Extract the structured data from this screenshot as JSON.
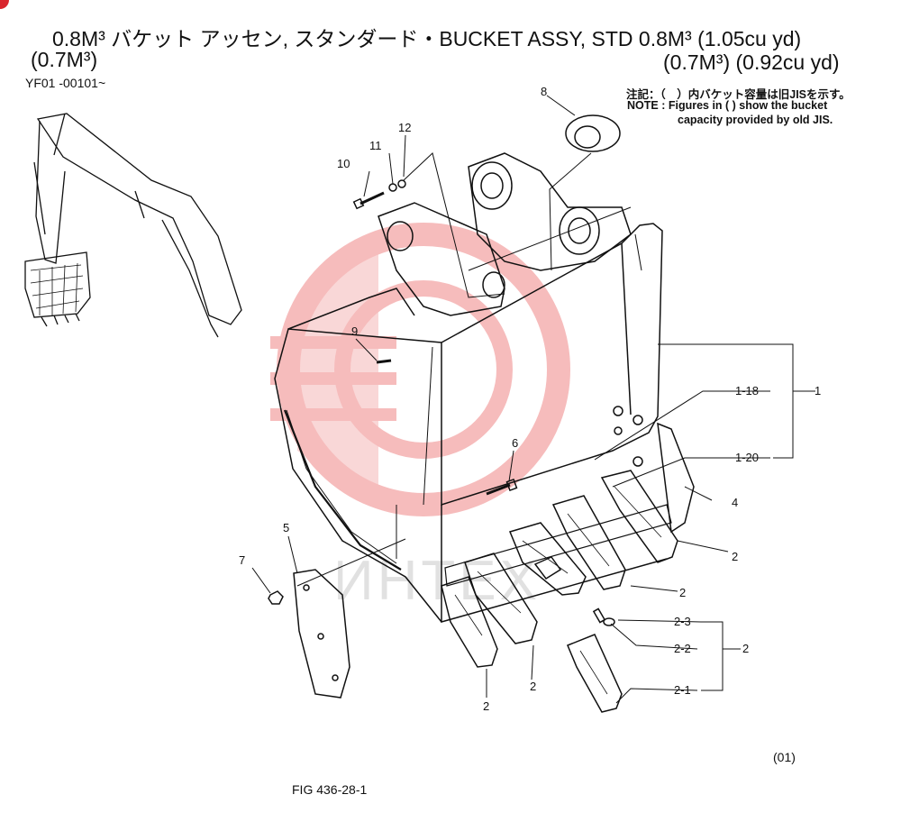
{
  "title": {
    "line1": "0.8M³ バケット アッセン, スタンダード・BUCKET ASSY, STD  0.8M³ (1.05cu yd)",
    "line2_left": "(0.7M³)",
    "line2_right": "(0.7M³)  (0.92cu yd)"
  },
  "serial": "YF01 -00101~",
  "note": {
    "ja": "注記：（　）内バケット容量は旧JISを示す。",
    "en_line1": "NOTE : Figures in (  ) show the bucket",
    "en_line2": "capacity provided by old JIS."
  },
  "watermark": "ИНТЕХ",
  "callouts": {
    "c1": "1",
    "c1_18": "1-18",
    "c1_20": "1-20",
    "c2a": "2",
    "c2b": "2",
    "c2c": "2",
    "c2d": "2",
    "c2e": "2",
    "c2_1": "2-1",
    "c2_2": "2-2",
    "c2_3": "2-3",
    "c4": "4",
    "c5": "5",
    "c6": "6",
    "c7": "7",
    "c8": "8",
    "c9": "9",
    "c10": "10",
    "c11": "11",
    "c12": "12"
  },
  "page_code": "(01)",
  "figure": "FIG 436-28-1",
  "colors": {
    "watermark_red": "#f3a6a6",
    "marker_red": "#d9262e",
    "line": "#111111"
  }
}
